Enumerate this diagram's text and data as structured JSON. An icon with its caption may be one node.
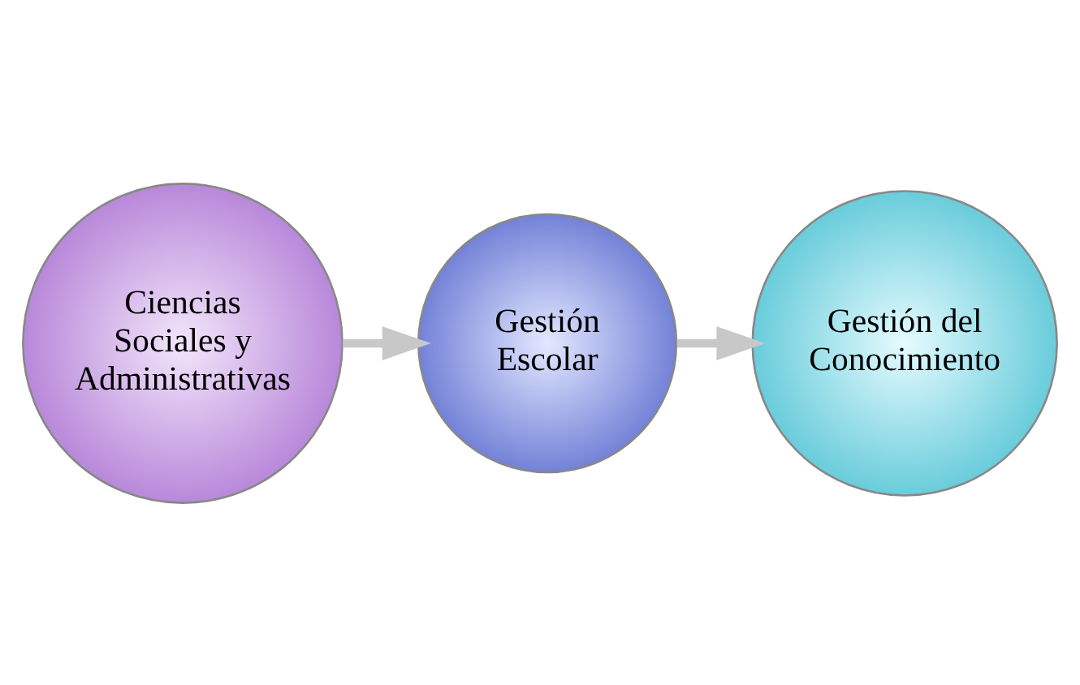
{
  "diagram": {
    "nodes": [
      {
        "text": [
          "Ciencias Sociales y Administrativas"
        ]
      },
      {
        "text": [
          "Gestión Escolar"
        ]
      },
      {
        "text": [
          "Gestión del Conocimiento"
        ]
      }
    ],
    "edges": [
      {
        "from": 0,
        "to": 1,
        "arrow": "to"
      },
      {
        "from": 1,
        "to": 2,
        "arrow": "to"
      }
    ]
  }
}
